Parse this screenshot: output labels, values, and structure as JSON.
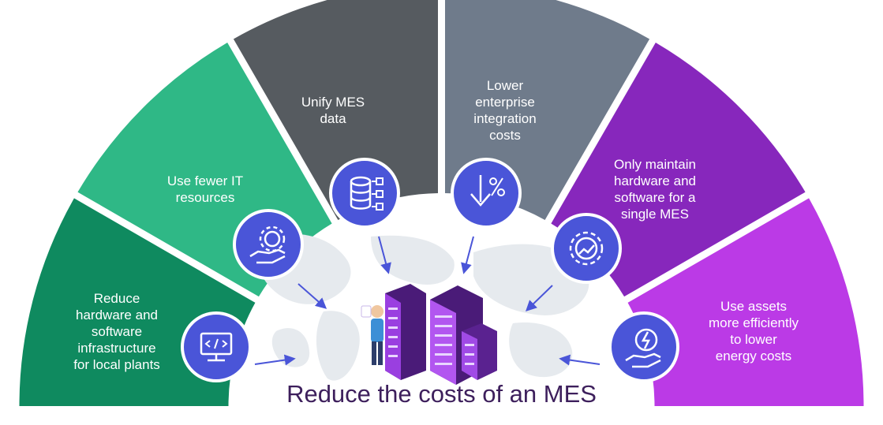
{
  "title": "Reduce the costs of an MES",
  "segments": [
    {
      "label_lines": [
        "Reduce",
        "hardware and",
        "software",
        "infrastructure",
        "for local plants"
      ],
      "color": "#0f8a5f",
      "icon": "monitor-code-icon"
    },
    {
      "label_lines": [
        "Use fewer IT",
        "resources"
      ],
      "color": "#2fb886",
      "icon": "gear-hand-icon"
    },
    {
      "label_lines": [
        "Unify MES",
        "data"
      ],
      "color": "#565b60",
      "icon": "database-icon"
    },
    {
      "label_lines": [
        "Lower",
        "enterprise",
        "integration",
        "costs"
      ],
      "color": "#6f7b8b",
      "icon": "percent-down-icon"
    },
    {
      "label_lines": [
        "Only maintain",
        "hardware and",
        "software for a",
        "single MES"
      ],
      "color": "#8727bc",
      "icon": "gear-chart-icon"
    },
    {
      "label_lines": [
        "Use assets",
        "more efficiently",
        "to lower",
        "energy costs"
      ],
      "color": "#bb3ae6",
      "icon": "energy-hand-icon"
    }
  ],
  "colors": {
    "icon_circle": "#4a55d8",
    "arrow": "#4a55d8",
    "title": "#3d1f5c",
    "map": "#e6eaee",
    "server_dark": "#4a1b78",
    "server_light": "#9a3fe0"
  }
}
